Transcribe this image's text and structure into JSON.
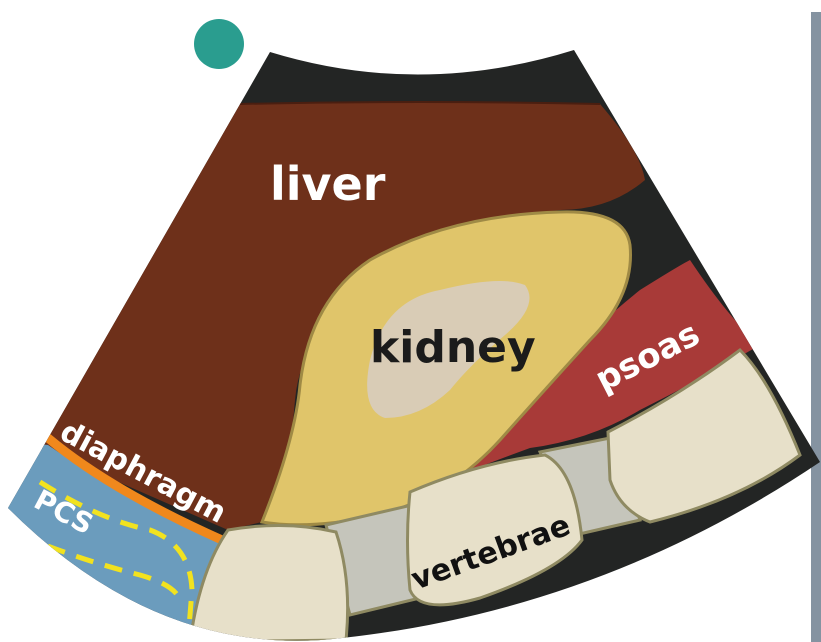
{
  "labels": {
    "liver": "liver",
    "kidney": "kidney",
    "psoas": "psoas",
    "diaphragm": "diaphragm",
    "pcs": "PCS",
    "vertebrae": "vertebrae"
  },
  "colors": {
    "background": "#ffffff",
    "probe_marker": "#2a9d8f",
    "sector_dark": "#232524",
    "liver": "#6e301a",
    "kidney_cortex": "#e0c56a",
    "kidney_sinus": "#d9ccb6",
    "psoas": "#a83a38",
    "diaphragm": "#f0881c",
    "pcs": "#6b9cbd",
    "pcs_dash": "#f2e21f",
    "vertebra_body": "#e7e0c9",
    "disc": "#c5c5bb",
    "vertebra_outline": "#8f8a62",
    "side_bar": "#8593a1"
  },
  "icons": {
    "probe_marker": "probe-orientation-marker-icon"
  }
}
